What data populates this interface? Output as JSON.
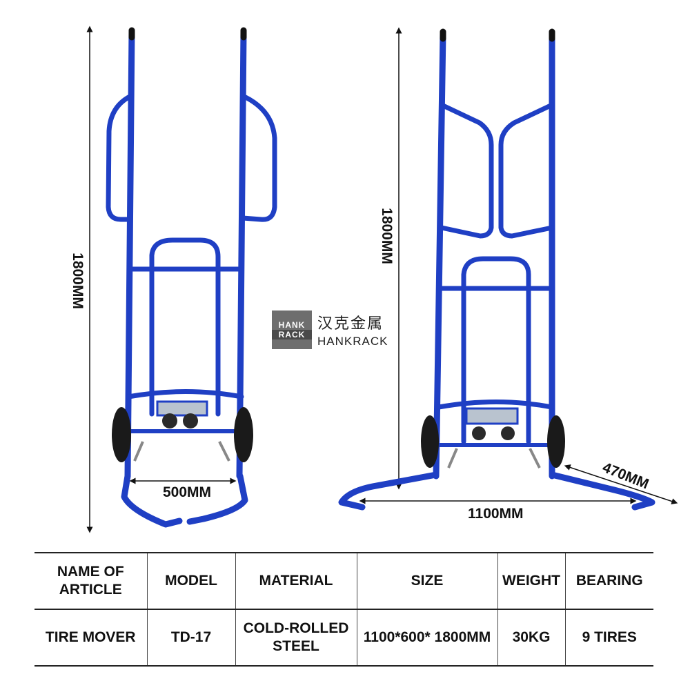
{
  "dimensions": {
    "left_height": "1800MM",
    "right_height": "1800MM",
    "width_front": "500MM",
    "base_length": "1100MM",
    "depth": "470MM"
  },
  "logo": {
    "box_line1": "HANK",
    "box_line2": "RACK",
    "chinese_name": "汉克金属",
    "english_name": "HANKRACK"
  },
  "colors": {
    "frame_blue": "#1f3fc4",
    "tire_black": "#1a1a1a"
  },
  "table": {
    "headers": [
      "NAME OF ARTICLE",
      "MODEL",
      "MATERIAL",
      "SIZE",
      "WEIGHT",
      "BEARING"
    ],
    "row": [
      "TIRE MOVER",
      "TD-17",
      "COLD-ROLLED STEEL",
      "1100*600* 1800MM",
      "30KG",
      "9 TIRES"
    ]
  }
}
